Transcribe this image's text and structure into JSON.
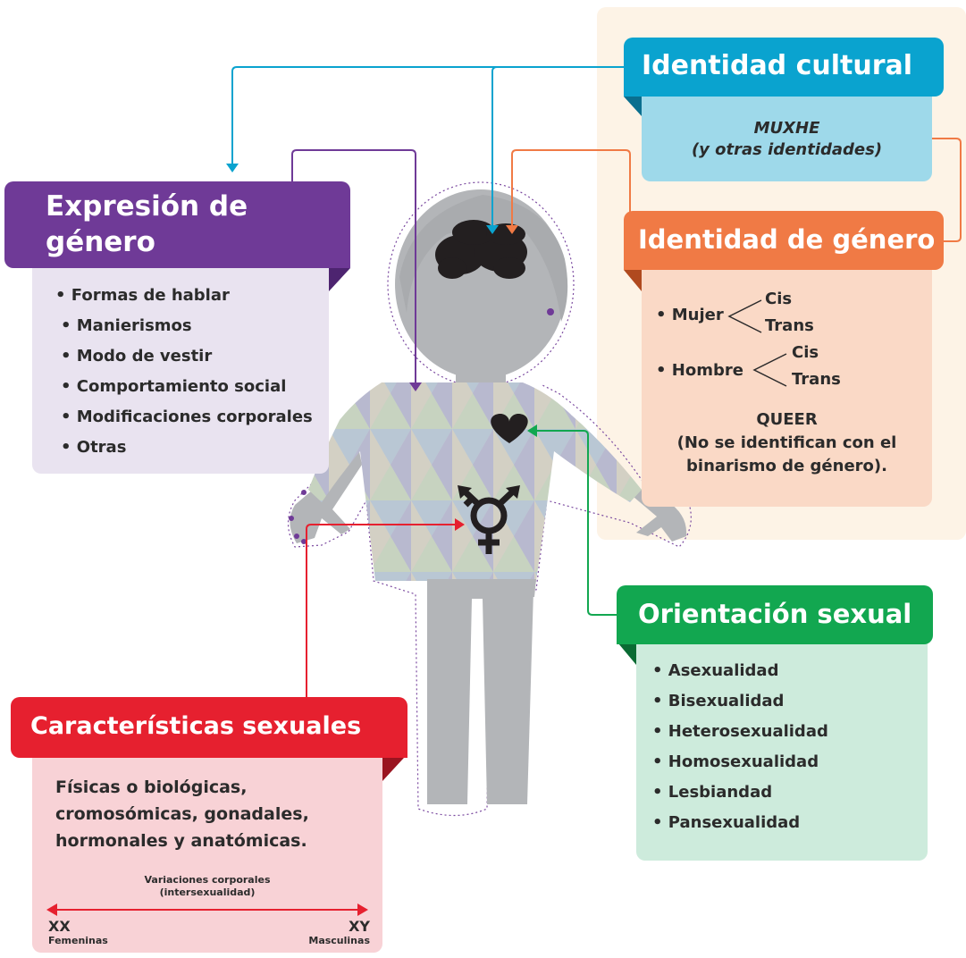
{
  "identidad_cultural": {
    "title": "Identidad cultural",
    "line1": "MUXHE",
    "line2": "(y otras identidades)"
  },
  "expresion_genero": {
    "title_line1": "Expresión de",
    "title_line2": "género",
    "items": [
      "• Formas de hablar",
      "• Manierismos",
      "• Modo de vestir",
      "• Comportamiento social",
      "• Modificaciones corporales",
      "• Otras"
    ]
  },
  "identidad_genero": {
    "title": "Identidad de género",
    "mujer": "• Mujer",
    "hombre": "• Hombre",
    "cis": "Cis",
    "trans": "Trans",
    "queer": "QUEER",
    "queer_line1": "(No se identifican con el",
    "queer_line2": "binarismo de género)."
  },
  "orientacion_sexual": {
    "title": "Orientación sexual",
    "items": [
      "• Asexualidad",
      "• Bisexualidad",
      "• Heterosexualidad",
      "• Homosexualidad",
      "• Lesbiandad",
      "• Pansexualidad"
    ]
  },
  "caracteristicas_sexuales": {
    "title": "Características sexuales",
    "desc_line1": "Físicas o biológicas,",
    "desc_line2": "cromosómicas, gonadales,",
    "desc_line3": "hormonales y anatómicas.",
    "variaciones_line1": "Variaciones corporales",
    "variaciones_line2": "(intersexualidad)",
    "xx": "XX",
    "femeninas": "Femeninas",
    "xy": "XY",
    "masculinas": "Masculinas"
  },
  "colors": {
    "cultural": "#0aa3cf",
    "cultural_panel": "#9ed9ea",
    "expresion": "#6f3a97",
    "expresion_panel": "#e9e3f0",
    "genero": "#f07a45",
    "genero_panel": "#fad9c6",
    "orientacion": "#12a750",
    "orientacion_panel": "#cdebdc",
    "caracteristicas": "#e6202f",
    "caracteristicas_panel": "#f8d2d6",
    "figure": "#b3b5b8",
    "right_bg": "#fdf3e6"
  },
  "icons": [
    "brain-icon",
    "heart-icon",
    "transgender-symbol-icon"
  ]
}
